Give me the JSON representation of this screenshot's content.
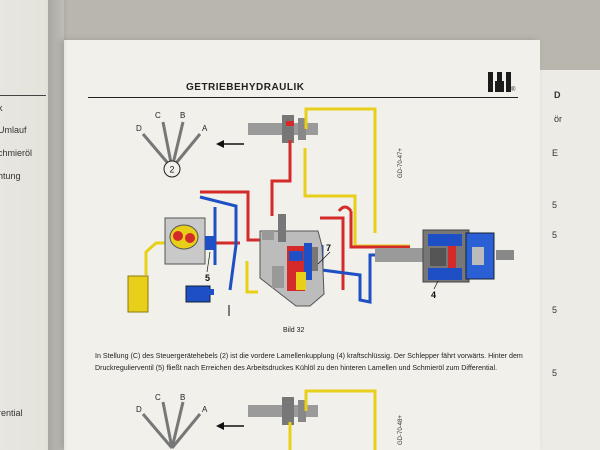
{
  "left_page": {
    "lines": [
      "k",
      "Umlauf",
      "chmieröl",
      "htung",
      "rential"
    ]
  },
  "right_page": {
    "glyphs": [
      "D",
      "ör",
      "E",
      "5",
      "5",
      "5",
      "5"
    ]
  },
  "header": {
    "title": "GETRIEBEHYDRAULIK",
    "logo_mark": "®"
  },
  "figure": {
    "lever_labels": [
      "D",
      "C",
      "B",
      "A"
    ],
    "lever_number": "2",
    "code": "GD-70-47+",
    "code_lower": "GD-70-48+",
    "part_labels": [
      "7",
      "5",
      "4"
    ],
    "caption": "Bild 32",
    "colors": {
      "pressure": "#d42a2a",
      "return": "#1f4fc4",
      "lube": "#e8cf1a"
    }
  },
  "body": {
    "paragraph": "In Stellung (C) des Steuergerätehebels (2) ist die vordere Lamellenkupplung (4) kraftschlüssig. Der Schlepper fährt vorwärts. Hinter dem Druckregulierventil (5) fließt nach Erreichen des Arbeitsdruckes Kühlöl zu den hinteren Lamellen und Schmieröl zum Differential."
  },
  "figure2": {
    "lever_labels": [
      "D",
      "C",
      "B",
      "A"
    ]
  }
}
